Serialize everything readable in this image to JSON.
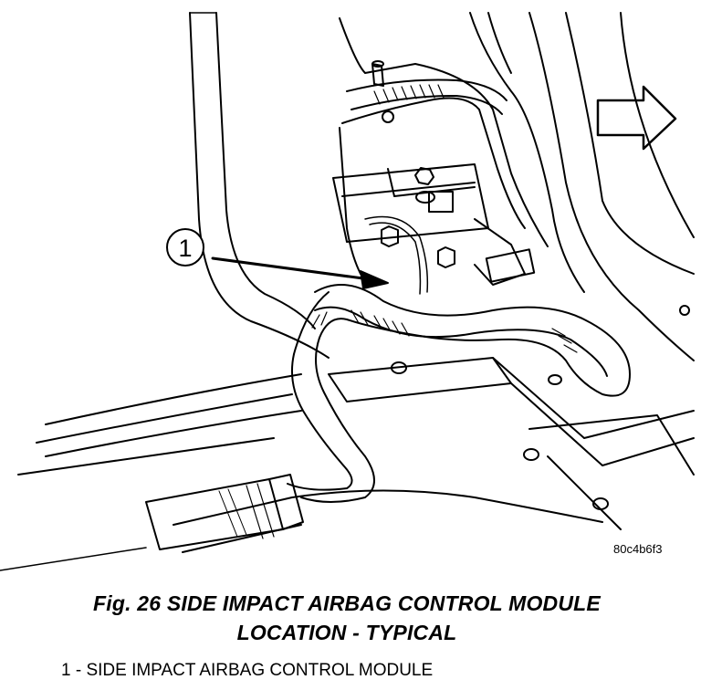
{
  "figure": {
    "image_code": "80c4b6f3",
    "callout_number": "1",
    "caption_line1": "Fig. 26 SIDE IMPACT AIRBAG CONTROL MODULE",
    "caption_line2": "LOCATION - TYPICAL"
  },
  "legend": {
    "item_text": "1 - SIDE IMPACT AIRBAG CONTROL MODULE"
  }
}
